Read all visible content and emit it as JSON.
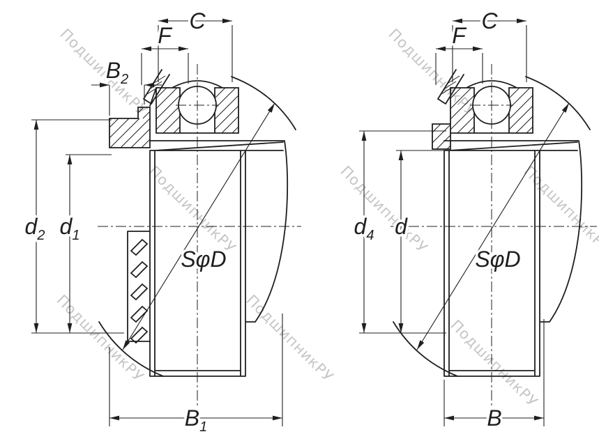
{
  "watermark": {
    "text": "ПодшипникРУ",
    "color": "#c6c6c6"
  },
  "labels": {
    "left": {
      "C": "C",
      "F": "F",
      "B2_main": "B",
      "B2_sub": "2",
      "d2_main": "d",
      "d2_sub": "2",
      "d1_main": "d",
      "d1_sub": "1",
      "sphere": "SφD",
      "B1_main": "B",
      "B1_sub": "1"
    },
    "right": {
      "C": "C",
      "F": "F",
      "d4_main": "d",
      "d4_sub": "4",
      "d_main": "d",
      "sphere": "SφD",
      "B_main": "B"
    }
  },
  "colors": {
    "line": "#1f1f1f",
    "background": "#ffffff"
  }
}
